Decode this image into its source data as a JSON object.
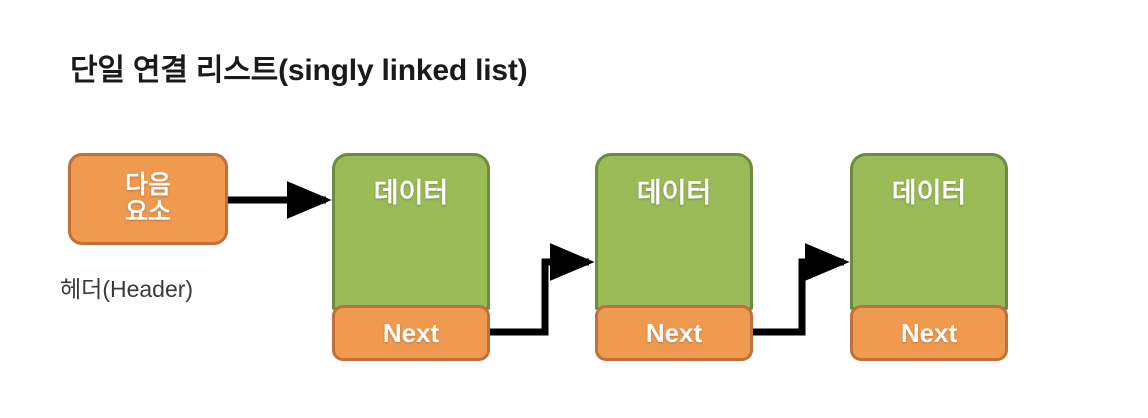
{
  "diagram": {
    "title": "단일 연결 리스트(singly linked list)",
    "background_color": "#ffffff",
    "colors": {
      "data_fill": "#9BBB59",
      "data_border": "#6E8B3D",
      "next_fill": "#F09A4F",
      "next_border": "#C0703A",
      "text_on_node": "#ffffff",
      "title_color": "#1a1a1a",
      "caption_color": "#3a3a3a",
      "arrow_color": "#000000"
    },
    "header": {
      "line1": "다음",
      "line2": "요소",
      "caption": "헤더(Header)"
    },
    "nodes": [
      {
        "data_label": "데이터",
        "next_label": "Next"
      },
      {
        "data_label": "데이터",
        "next_label": "Next"
      },
      {
        "data_label": "데이터",
        "next_label": "Next"
      }
    ],
    "connectors": [
      {
        "from": "header",
        "to": "node-1",
        "shape": "straight"
      },
      {
        "from": "node-1-next",
        "to": "node-2-data",
        "shape": "stepped-up"
      },
      {
        "from": "node-2-next",
        "to": "node-3-data",
        "shape": "stepped-up"
      }
    ]
  }
}
